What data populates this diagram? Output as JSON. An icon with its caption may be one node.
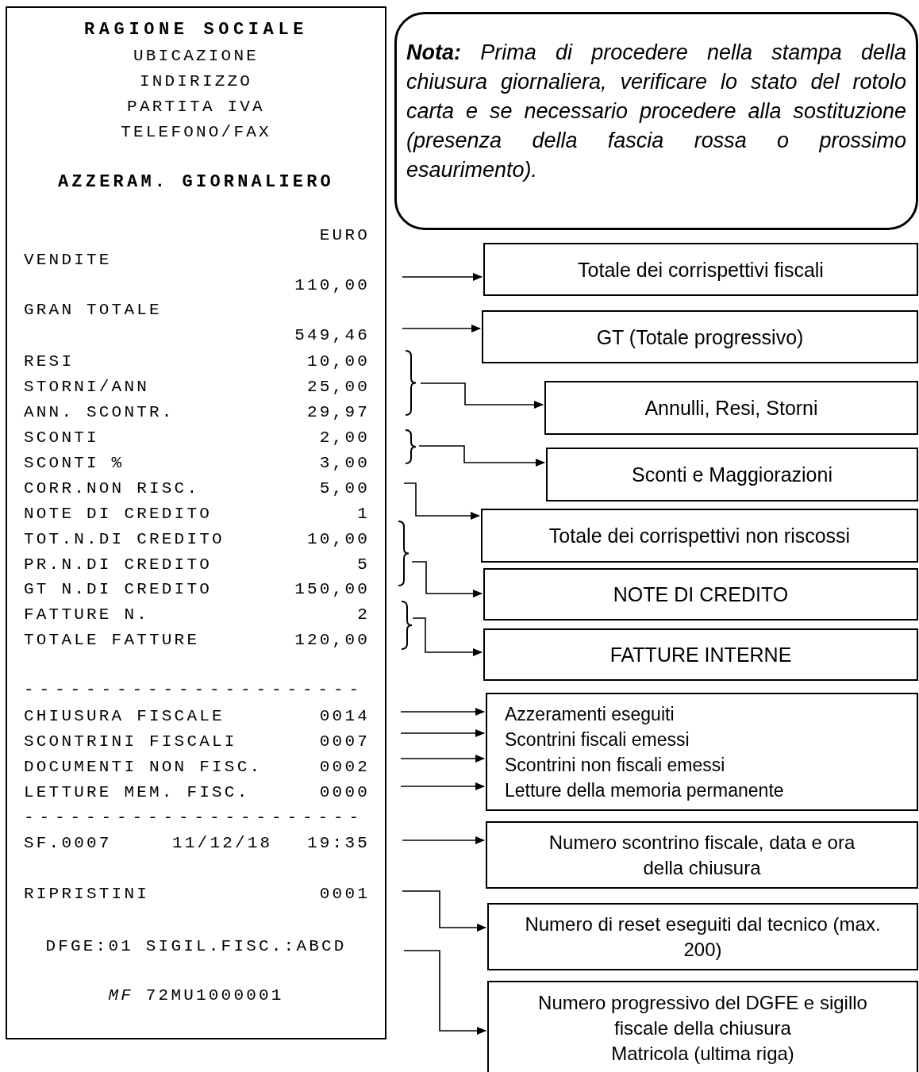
{
  "diagram": {
    "nodes": [
      {
        "text": [
          "RAGIONE SOCIALE",
          "UBICAZIONE",
          "INDIRIZZO",
          "PARTITA IVA",
          "TELEFONO/FAX",
          "AZZERAM. GIORNALIERO",
          "EURO",
          "VENDITE",
          "110,00",
          "GRAN TOTALE",
          "549,46",
          "RESI",
          "10,00",
          "STORNI/ANN",
          "25,00",
          "ANN. SCONTR.",
          "29,97",
          "SCONTI",
          "2,00",
          "SCONTI %",
          "3,00",
          "CORR.NON RISC.",
          "5,00",
          "NOTE DI CREDITO",
          "1",
          "TOT.N.DI CREDITO",
          "10,00",
          "PR.N.DI CREDITO",
          "5",
          "GT N.DI CREDITO",
          "150,00",
          "FATTURE N.",
          "2",
          "TOTALE FATTURE",
          "120,00",
          "----------------------",
          "CHIUSURA FISCALE",
          "0014",
          "SCONTRINI FISCALI",
          "0007",
          "DOCUMENTI NON FISC.",
          "0002",
          "LETTURE MEM. FISC.",
          "0000",
          "----------------------",
          "SF.0007",
          "11/12/18",
          "19:35",
          "RIPRISTINI",
          "0001",
          "DFGE:01 SIGIL.FISC.:ABCD",
          "*MF* 72MU1000001"
        ]
      },
      {
        "text": [
          "**Nota:** Prima di procedere nella stampa della chiusura giornaliera, verificare lo stato del rotolo carta e se necessario procedere alla sostituzione (presenza della fascia rossa o prossimo esaurimento)."
        ]
      },
      {
        "text": [
          "Totale dei corrispettivi fiscali"
        ]
      },
      {
        "text": [
          "GT (Totale progressivo)"
        ]
      },
      {
        "text": [
          "Annulli, Resi, Storni"
        ]
      },
      {
        "text": [
          "Sconti e Maggiorazioni"
        ]
      },
      {
        "text": [
          "Totale dei corrispettivi non riscossi"
        ]
      },
      {
        "text": [
          "NOTE DI CREDITO"
        ]
      },
      {
        "text": [
          "FATTURE INTERNE"
        ]
      },
      {
        "text": [
          "Azzeramenti eseguiti",
          "Scontrini fiscali emessi",
          "Scontrini non fiscali emessi",
          "Letture della memoria permanente"
        ]
      },
      {
        "text": [
          "Numero scontrino fiscale, data e ora della chiusura"
        ]
      },
      {
        "text": [
          "Numero di reset eseguiti dal tecnico (max. 200)"
        ]
      },
      {
        "text": [
          "Numero progressivo del DGFE e sigillo fiscale della chiusura",
          "Matricola (ultima riga)"
        ]
      }
    ],
    "edges": [
      {
        "from": null,
        "to": 2,
        "arrow": "to"
      },
      {
        "from": null,
        "to": 3,
        "arrow": "to"
      },
      {
        "from": null,
        "to": 4,
        "arrow": "to"
      },
      {
        "from": null,
        "to": 5,
        "arrow": "to"
      },
      {
        "from": null,
        "to": 6,
        "arrow": "to"
      },
      {
        "from": null,
        "to": 7,
        "arrow": "to"
      },
      {
        "from": null,
        "to": 8,
        "arrow": "to"
      },
      {
        "from": null,
        "to": 9,
        "arrow": "to"
      },
      {
        "from": null,
        "to": 9,
        "arrow": "to"
      },
      {
        "from": null,
        "to": 9,
        "arrow": "to"
      },
      {
        "from": null,
        "to": 9,
        "arrow": "to"
      },
      {
        "from": null,
        "to": 10,
        "arrow": "to"
      },
      {
        "from": null,
        "to": 11,
        "arrow": "to"
      },
      {
        "from": null,
        "to": 12,
        "arrow": "to"
      }
    ]
  }
}
